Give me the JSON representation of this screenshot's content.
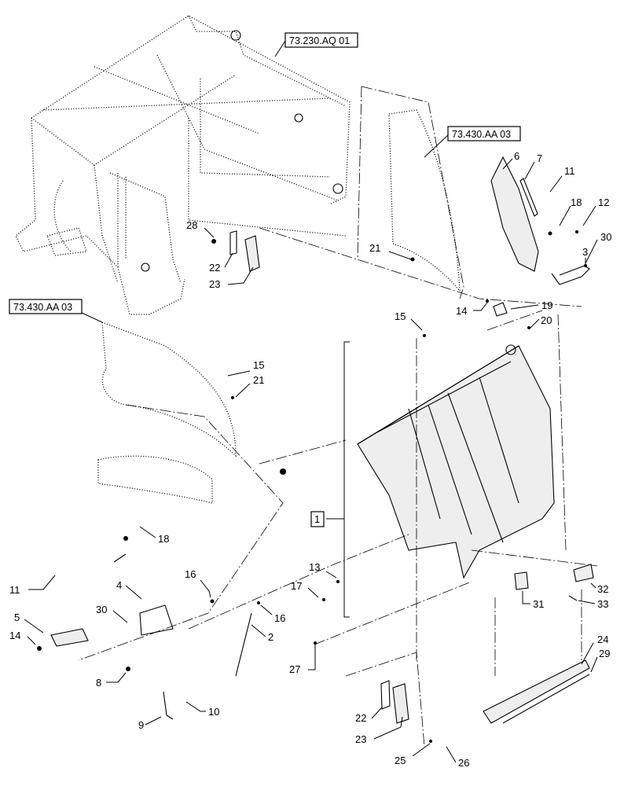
{
  "references": [
    {
      "id": "ref-frame-top",
      "label": "73.230.AQ 01"
    },
    {
      "id": "ref-shield-right",
      "label": "73.430.AA 03"
    },
    {
      "id": "ref-shield-left",
      "label": "73.430.AA 03"
    }
  ],
  "callouts": {
    "c1": "1",
    "c2": "2",
    "c3": "3",
    "c4": "4",
    "c5": "5",
    "c6": "6",
    "c7": "7",
    "c8": "8",
    "c9": "9",
    "c10": "10",
    "c11a": "11",
    "c11b": "11",
    "c12": "12",
    "c13": "13",
    "c14a": "14",
    "c14b": "14",
    "c15a": "15",
    "c15b": "15",
    "c16a": "16",
    "c16b": "16",
    "c17": "17",
    "c18a": "18",
    "c18b": "18",
    "c19": "19",
    "c20": "20",
    "c21a": "21",
    "c21b": "21",
    "c22a": "22",
    "c22b": "22",
    "c23a": "23",
    "c23b": "23",
    "c24": "24",
    "c25": "25",
    "c26": "26",
    "c27": "27",
    "c28": "28",
    "c29": "29",
    "c30a": "30",
    "c30b": "30",
    "c31": "31",
    "c32": "32",
    "c33": "33"
  }
}
